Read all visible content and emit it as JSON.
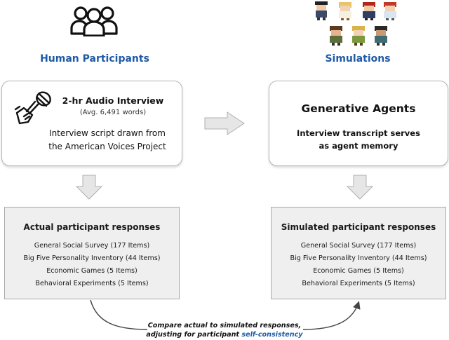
{
  "left": {
    "heading": "Human Participants",
    "interview_title": "2-hr Audio Interview",
    "interview_words": "(Avg. 6,491 words)",
    "script_line1": "Interview script drawn from",
    "script_line2": "the American Voices Project",
    "icons": {
      "people": "people-group-icon",
      "mic": "microphone-hand-icon"
    }
  },
  "right": {
    "heading": "Simulations",
    "title": "Generative Agents",
    "desc_line1": "Interview transcript serves",
    "desc_line2": "as agent memory",
    "icons": {
      "agents": "pixel-agents-icon"
    }
  },
  "actual": {
    "title": "Actual participant responses",
    "items": [
      "General Social Survey (177 Items)",
      "Big Five Personality Inventory (44 Items)",
      "Economic Games (5 Items)",
      "Behavioral Experiments (5 Items)"
    ]
  },
  "simulated": {
    "title": "Simulated participant responses",
    "items": [
      "General Social Survey (177 Items)",
      "Big Five Personality Inventory (44 Items)",
      "Economic Games (5 Items)",
      "Behavioral Experiments (5 Items)"
    ]
  },
  "compare": {
    "line1": "Compare actual to simulated responses,",
    "line2_prefix": "adjusting for participant ",
    "line2_highlight": "self-consistency"
  },
  "colors": {
    "heading": "#1f5aa6",
    "highlight": "#1f5aa6",
    "arrow_fill": "#e6e6e6",
    "box_grey": "#efefef"
  }
}
